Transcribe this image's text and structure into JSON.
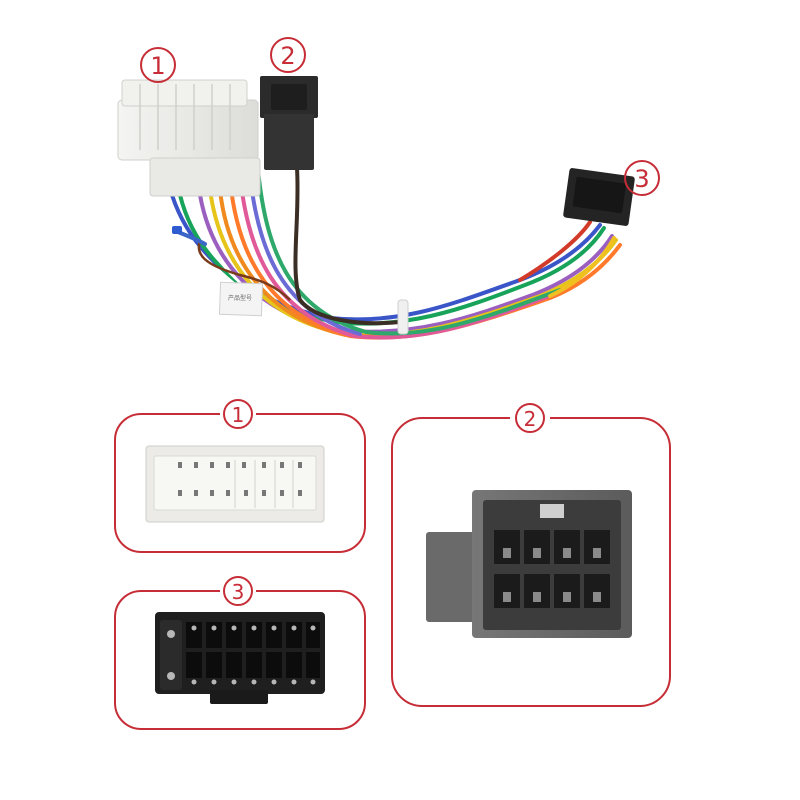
{
  "photo": {
    "labels": {
      "connector_1": "1",
      "connector_2": "2",
      "connector_3": "3"
    },
    "label_tag_text": "产品型号",
    "wire_colors": [
      "#7a3b1a",
      "#2a2a2a",
      "#e05a9a",
      "#3a55c8",
      "#17a35a",
      "#ffffff",
      "#f08a1e",
      "#9b5fc0",
      "#e6c419",
      "#d23a2a",
      "#6b6bd6",
      "#ff7a2b",
      "#2fa86b"
    ]
  },
  "panels": {
    "accent_color": "#c62d36",
    "panel_1": {
      "badge": "1"
    },
    "panel_2": {
      "badge": "2"
    },
    "panel_3": {
      "badge": "3"
    }
  }
}
